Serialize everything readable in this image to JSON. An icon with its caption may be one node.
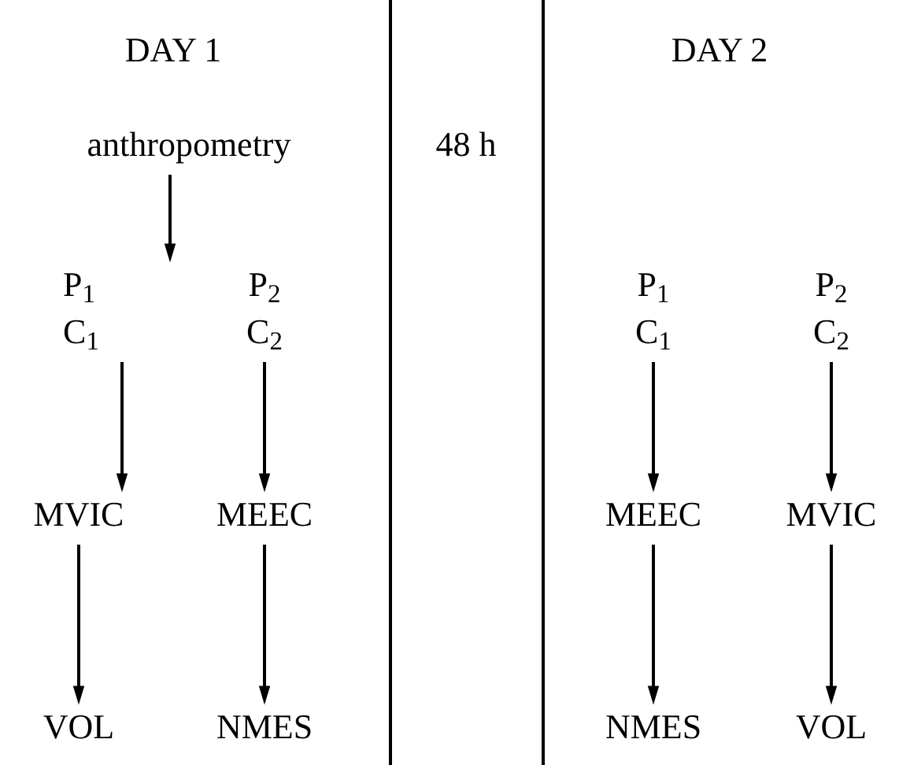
{
  "diagram": {
    "nodes": [
      {
        "text": [
          "anthropometry"
        ]
      },
      {
        "text": [
          "P$_{1}$",
          "C$_{1}$"
        ]
      },
      {
        "text": [
          "P$_{2}$",
          "C$_{2}$"
        ]
      },
      {
        "text": [
          "MVIC"
        ]
      },
      {
        "text": [
          "MEEC"
        ]
      },
      {
        "text": [
          "VOL"
        ]
      },
      {
        "text": [
          "NMES"
        ]
      },
      {
        "text": [
          "P$_{1}$",
          "C$_{1}$"
        ]
      },
      {
        "text": [
          "P$_{2}$",
          "C$_{2}$"
        ]
      },
      {
        "text": [
          "MEEC"
        ]
      },
      {
        "text": [
          "MVIC"
        ]
      },
      {
        "text": [
          "NMES"
        ]
      },
      {
        "text": [
          "VOL"
        ]
      }
    ],
    "edges": [
      {
        "from": 0,
        "to": 1,
        "arrow": "to"
      },
      {
        "from": 1,
        "to": 3,
        "arrow": "to"
      },
      {
        "from": 2,
        "to": 4,
        "arrow": "to"
      },
      {
        "from": 3,
        "to": 5,
        "arrow": "to"
      },
      {
        "from": 4,
        "to": 6,
        "arrow": "to"
      },
      {
        "from": 7,
        "to": 9,
        "arrow": "to"
      },
      {
        "from": 8,
        "to": 10,
        "arrow": "to"
      },
      {
        "from": 9,
        "to": 11,
        "arrow": "to"
      },
      {
        "from": 10,
        "to": 12,
        "arrow": "to"
      }
    ],
    "labels": [
      "DAY 1",
      "48 h",
      "DAY 2"
    ]
  }
}
